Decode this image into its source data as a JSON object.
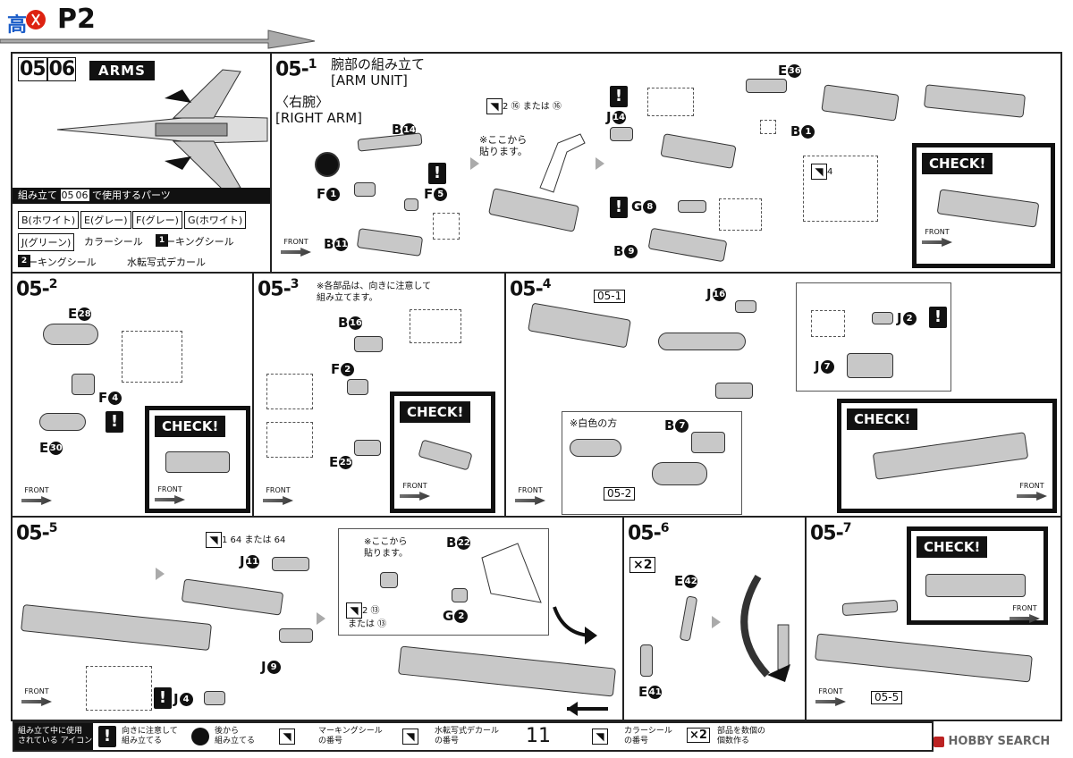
{
  "header": {
    "logo_text": "高",
    "title": "P2"
  },
  "arms_panel": {
    "step_a": "05",
    "step_b": "06",
    "title": "ARMS",
    "parts_header_prefix": "組み立て",
    "parts_header_suffix": "で使用するパーツ",
    "parts": [
      "B(ホワイト)",
      "E(グレー)",
      "F(グレー)",
      "G(ホワイト)",
      "J(グリーン)"
    ],
    "extras": [
      "カラーシール",
      "マーキングシール",
      "マーキングシール",
      "水転写式デカール"
    ],
    "sticker_no_1": "1",
    "sticker_no_2": "2"
  },
  "step05_1": {
    "id_main": "05",
    "id_sub": "1",
    "title": "腕部の組み立て",
    "subtitle": "[ARM UNIT]",
    "right_arm": "〈右腕〉",
    "right_arm_en": "[RIGHT ARM]",
    "parts": {
      "b14": "B",
      "b14n": "14",
      "f1": "F",
      "f1n": "1",
      "f5": "F",
      "f5n": "5",
      "b11": "B",
      "b11n": "11",
      "j14": "J",
      "j14n": "14",
      "g8": "G",
      "g8n": "8",
      "b9": "B",
      "b9n": "9",
      "e36": "E",
      "e36n": "36",
      "b1": "B",
      "b1n": "1"
    },
    "note_here": "※ここから\n貼ります。",
    "decal_note": "2 ⑯ または ⑯",
    "sticker_4": "4",
    "check": "CHECK!",
    "front": "FRONT"
  },
  "step05_2": {
    "id_main": "05",
    "id_sub": "2",
    "e28": "E",
    "e28n": "28",
    "f4": "F",
    "f4n": "4",
    "e30": "E",
    "e30n": "30",
    "check": "CHECK!",
    "front": "FRONT"
  },
  "step05_3": {
    "id_main": "05",
    "id_sub": "3",
    "note": "※各部品は、向きに注意して\n組み立てます。",
    "b16": "B",
    "b16n": "16",
    "f2": "F",
    "f2n": "2",
    "e25": "E",
    "e25n": "25",
    "check": "CHECK!",
    "front": "FRONT"
  },
  "step05_4": {
    "id_main": "05",
    "id_sub": "4",
    "ref1": "05-1",
    "j16": "J",
    "j16n": "16",
    "j2": "J",
    "j2n": "2",
    "j7": "J",
    "j7n": "7",
    "white_side": "※白色の方",
    "b7": "B",
    "b7n": "7",
    "ref2": "05-2",
    "check": "CHECK!",
    "front": "FRONT"
  },
  "step05_5": {
    "id_main": "05",
    "id_sub": "5",
    "sticker_note": "1 64 または 64",
    "j11": "J",
    "j11n": "11",
    "j9": "J",
    "j9n": "9",
    "j4": "J",
    "j4n": "4",
    "note_here": "※ここから\n貼ります。",
    "b22": "B",
    "b22n": "22",
    "g2": "G",
    "g2n": "2",
    "decal_alt1": "2 ⑬",
    "decal_alt2": "または ⑬",
    "front": "FRONT"
  },
  "step05_6": {
    "id_main": "05",
    "id_sub": "6",
    "x2": "×2",
    "e42": "E",
    "e42n": "42",
    "e41": "E",
    "e41n": "41"
  },
  "step05_7": {
    "id_main": "05",
    "id_sub": "7",
    "check": "CHECK!",
    "ref": "05-5",
    "front": "FRONT"
  },
  "footer": {
    "legend_title": "組み立て中に使用\nされている アイコン",
    "icon1": "向きに注意して\n組み立てる",
    "icon2": "後から\n組み立てる",
    "icon3": "マーキングシール\nの番号",
    "icon4": "水転写式デカール\nの番号",
    "page_no": "11",
    "icon5": "カラーシール\nの番号",
    "icon6": "部品を数個の\n個数作る",
    "x2": "×2"
  },
  "watermark": "HOBBY SEARCH"
}
